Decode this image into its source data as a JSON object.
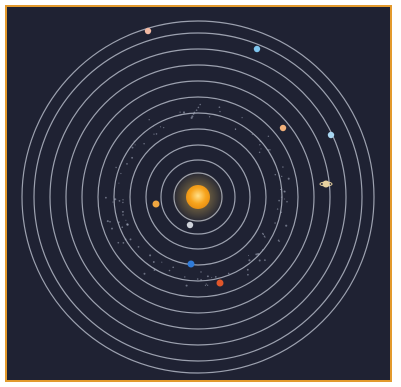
{
  "colors": {
    "background": "#1f2233",
    "frame": "#e39a2d",
    "orbit": "#c7ccd9",
    "sun": "#f7a41d",
    "sun_glow": "#ffd36b",
    "belt": "#aab0c2"
  },
  "scene": {
    "sun": {
      "name": "sun-icon"
    },
    "planets": [
      {
        "name": "mercury",
        "color": "#cfd3db"
      },
      {
        "name": "venus",
        "color": "#f0a640"
      },
      {
        "name": "earth",
        "color": "#2f7bd9"
      },
      {
        "name": "mars",
        "color": "#e0562a"
      },
      {
        "name": "jupiter",
        "color": "#f1b07a"
      },
      {
        "name": "saturn",
        "color": "#e8d2a0"
      },
      {
        "name": "uranus",
        "color": "#a9d7f2"
      },
      {
        "name": "neptune",
        "color": "#7fc6ef"
      },
      {
        "name": "pluto",
        "color": "#f2b9a3"
      }
    ]
  }
}
